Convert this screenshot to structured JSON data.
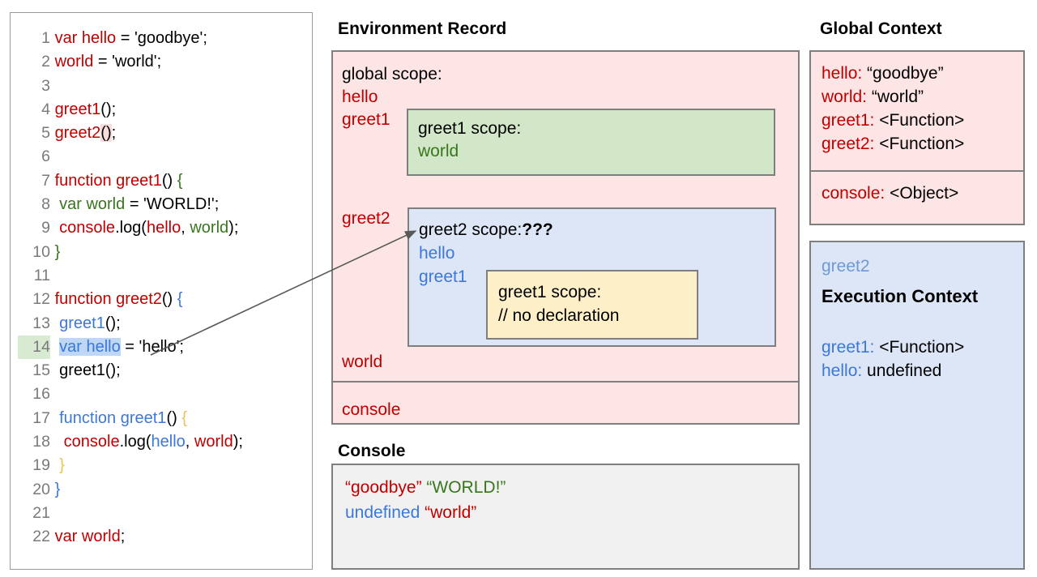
{
  "code_panel": {
    "lines": [
      {
        "n": "1",
        "tokens": [
          {
            "t": "var hello",
            "c": "red"
          },
          {
            "t": " = ",
            "c": "blk"
          },
          {
            "t": "'goodbye';",
            "c": "blk"
          }
        ]
      },
      {
        "n": "2",
        "tokens": [
          {
            "t": "world",
            "c": "red"
          },
          {
            "t": " = 'world';",
            "c": "blk"
          }
        ]
      },
      {
        "n": "3",
        "tokens": []
      },
      {
        "n": "4",
        "tokens": [
          {
            "t": "greet1",
            "c": "red"
          },
          {
            "t": "();",
            "c": "blk"
          }
        ]
      },
      {
        "n": "5",
        "tokens": [
          {
            "t": "greet2",
            "c": "red"
          },
          {
            "t": "()",
            "c": "blk",
            "hl": "call"
          },
          {
            "t": ";",
            "c": "blk"
          }
        ]
      },
      {
        "n": "6",
        "tokens": []
      },
      {
        "n": "7",
        "tokens": [
          {
            "t": "function greet1",
            "c": "red"
          },
          {
            "t": "() ",
            "c": "blk"
          },
          {
            "t": "{",
            "c": "green"
          }
        ]
      },
      {
        "n": "8",
        "tokens": [
          {
            "t": " var world",
            "c": "green"
          },
          {
            "t": " = 'WORLD!';",
            "c": "blk"
          }
        ]
      },
      {
        "n": "9",
        "tokens": [
          {
            "t": " console",
            "c": "red"
          },
          {
            "t": ".log(",
            "c": "blk"
          },
          {
            "t": "hello",
            "c": "red"
          },
          {
            "t": ", ",
            "c": "blk"
          },
          {
            "t": "world",
            "c": "green"
          },
          {
            "t": ");",
            "c": "blk"
          }
        ]
      },
      {
        "n": "10",
        "tokens": [
          {
            "t": "}",
            "c": "green"
          }
        ]
      },
      {
        "n": "11",
        "tokens": []
      },
      {
        "n": "12",
        "tokens": [
          {
            "t": "function greet2",
            "c": "red"
          },
          {
            "t": "() ",
            "c": "blk"
          },
          {
            "t": "{",
            "c": "blue"
          }
        ]
      },
      {
        "n": "13",
        "tokens": [
          {
            "t": " greet1",
            "c": "blue"
          },
          {
            "t": "();",
            "c": "blk"
          }
        ]
      },
      {
        "n": "14",
        "tokens": [
          {
            "t": " ",
            "c": "blk"
          },
          {
            "t": "var hello",
            "c": "blue",
            "hl": "tok"
          },
          {
            "t": " = 'hello';",
            "c": "blk"
          }
        ],
        "ln_hl": true
      },
      {
        "n": "15",
        "tokens": [
          {
            "t": " greet1();",
            "c": "blk"
          }
        ]
      },
      {
        "n": "16",
        "tokens": []
      },
      {
        "n": "17",
        "tokens": [
          {
            "t": " function greet1",
            "c": "blue"
          },
          {
            "t": "() ",
            "c": "blk"
          },
          {
            "t": "{",
            "c": "gold"
          }
        ]
      },
      {
        "n": "18",
        "tokens": [
          {
            "t": "  console",
            "c": "red"
          },
          {
            "t": ".log(",
            "c": "blk"
          },
          {
            "t": "hello",
            "c": "blue"
          },
          {
            "t": ", ",
            "c": "blk"
          },
          {
            "t": "world",
            "c": "red"
          },
          {
            "t": ");",
            "c": "blk"
          }
        ]
      },
      {
        "n": "19",
        "tokens": [
          {
            "t": " }",
            "c": "gold"
          }
        ]
      },
      {
        "n": "20",
        "tokens": [
          {
            "t": "}",
            "c": "blue"
          }
        ]
      },
      {
        "n": "21",
        "tokens": []
      },
      {
        "n": "22",
        "tokens": [
          {
            "t": "var world",
            "c": "red"
          },
          {
            "t": ";",
            "c": "blk"
          }
        ]
      }
    ]
  },
  "environment_record": {
    "title": "Environment Record",
    "global_scope_label": "global scope:",
    "vars_before_greet1": [
      "hello",
      "greet1"
    ],
    "var_greet2": "greet2",
    "var_world": "world",
    "var_console": "console",
    "greet1_scope": {
      "heading": "greet1 scope:",
      "vars": [
        "world"
      ]
    },
    "greet2_scope": {
      "heading": "greet2 scope:",
      "heading_suffix": "???",
      "vars": [
        "hello",
        "greet1"
      ],
      "inner_greet1_scope": {
        "heading": "greet1 scope:",
        "note": "// no declaration"
      }
    }
  },
  "console": {
    "title": "Console",
    "lines": [
      [
        {
          "t": "“goodbye”",
          "c": "#c00000"
        },
        {
          "t": " ",
          "c": "#000000"
        },
        {
          "t": "“WORLD!”",
          "c": "#38761d"
        }
      ],
      [
        {
          "t": "undefined",
          "c": "#3c78d8"
        },
        {
          "t": " ",
          "c": "#000000"
        },
        {
          "t": "“world”",
          "c": "#c00000"
        }
      ]
    ]
  },
  "global_context": {
    "title": "Global Context",
    "entries": [
      {
        "key": "hello",
        "value": "“goodbye”"
      },
      {
        "key": "world",
        "value": "“world”"
      },
      {
        "key": "greet1",
        "value": "<Function>"
      },
      {
        "key": "greet2",
        "value": "<Function>"
      }
    ],
    "lower_entries": [
      {
        "key": "console",
        "value": "<Object>"
      }
    ]
  },
  "execution_context": {
    "subject": "greet2",
    "heading": "Execution Context",
    "entries": [
      {
        "key": "greet1",
        "value": "<Function>"
      },
      {
        "key": "hello",
        "value": "undefined"
      }
    ]
  },
  "colors": {
    "red": "#c00000",
    "green": "#38761d",
    "blue": "#3c78d8",
    "gold": "#e8c25a",
    "pink_fill": "#fce5e4",
    "green_fill": "#d2e7c8",
    "blue_fill": "#dce6f6",
    "yellow_fill": "#fdf0c9",
    "console_fill": "#f1f1f1",
    "border": "#7f7f7f"
  }
}
